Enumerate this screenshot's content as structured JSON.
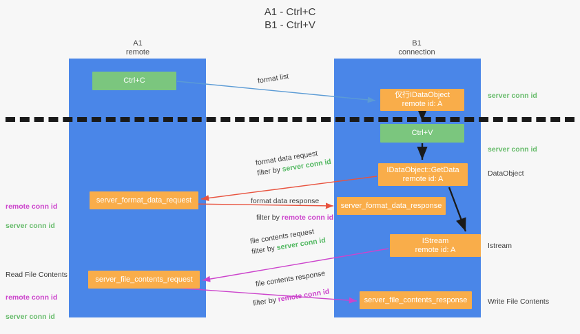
{
  "title": "A1 - Ctrl+C\nB1 - Ctrl+V",
  "colors": {
    "lane": "#4a86e8",
    "green_node": "#7bc67e",
    "orange_node": "#f9ad4a",
    "server_conn_id": "#66bb6a",
    "remote_conn_id": "#cc44cc",
    "arrow_blue": "#5b9bd5",
    "arrow_red": "#e8533f",
    "arrow_magenta": "#cc44cc",
    "arrow_black": "#1a1a1a",
    "separator": "#1a1a1a"
  },
  "columns": [
    {
      "id": "a1",
      "title": "A1",
      "subtitle": "remote",
      "header": "A1\nremote"
    },
    {
      "id": "b1",
      "title": "B1",
      "subtitle": "connection",
      "header": "B1\nconnection"
    }
  ],
  "nodes": [
    {
      "id": "ctrl-c",
      "label": "Ctrl+C",
      "sub": "",
      "color": "green",
      "lane": "a1"
    },
    {
      "id": "idataobject",
      "label": "仅行IDataObject",
      "sub": "remote id: A",
      "color": "orange",
      "lane": "b1"
    },
    {
      "id": "ctrl-v",
      "label": "Ctrl+V",
      "sub": "",
      "color": "green",
      "lane": "b1"
    },
    {
      "id": "getdata",
      "label": "IDataObject::GetData",
      "sub": "remote id: A",
      "color": "orange",
      "lane": "b1"
    },
    {
      "id": "istream",
      "label": "IStream",
      "sub": "remote id: A",
      "color": "orange",
      "lane": "b1"
    },
    {
      "id": "server-format-data-request",
      "label": "server_format_data_request",
      "sub": "",
      "color": "orange",
      "lane": "a1"
    },
    {
      "id": "server-format-data-response",
      "label": "server_format_data_response",
      "sub": "",
      "color": "orange",
      "lane": "b1"
    },
    {
      "id": "server-file-contents-request",
      "label": "server_file_contents_request",
      "sub": "",
      "color": "orange",
      "lane": "a1"
    },
    {
      "id": "server-file-contents-response",
      "label": "server_file_contents_response",
      "sub": "",
      "color": "orange",
      "lane": "b1"
    }
  ],
  "edge_labels": {
    "format_list": "format list",
    "format_data_request": "format data request",
    "format_data_response": "format data response",
    "file_contents_request": "file contents request",
    "file_contents_response": "file contents response",
    "filter_by": "filter by ",
    "server_conn_id": "server conn id",
    "remote_conn_id": "remote conn id"
  },
  "annotations": {
    "server_conn_id_top": "server conn id",
    "server_conn_id_mid": "server conn id",
    "dataobject": "DataObject",
    "istream": "Istream",
    "write_file_contents": "Write File Contents",
    "read_file_contents": "Read File Contents",
    "remote_conn_id": "remote conn id",
    "server_conn_id": "server conn id"
  }
}
